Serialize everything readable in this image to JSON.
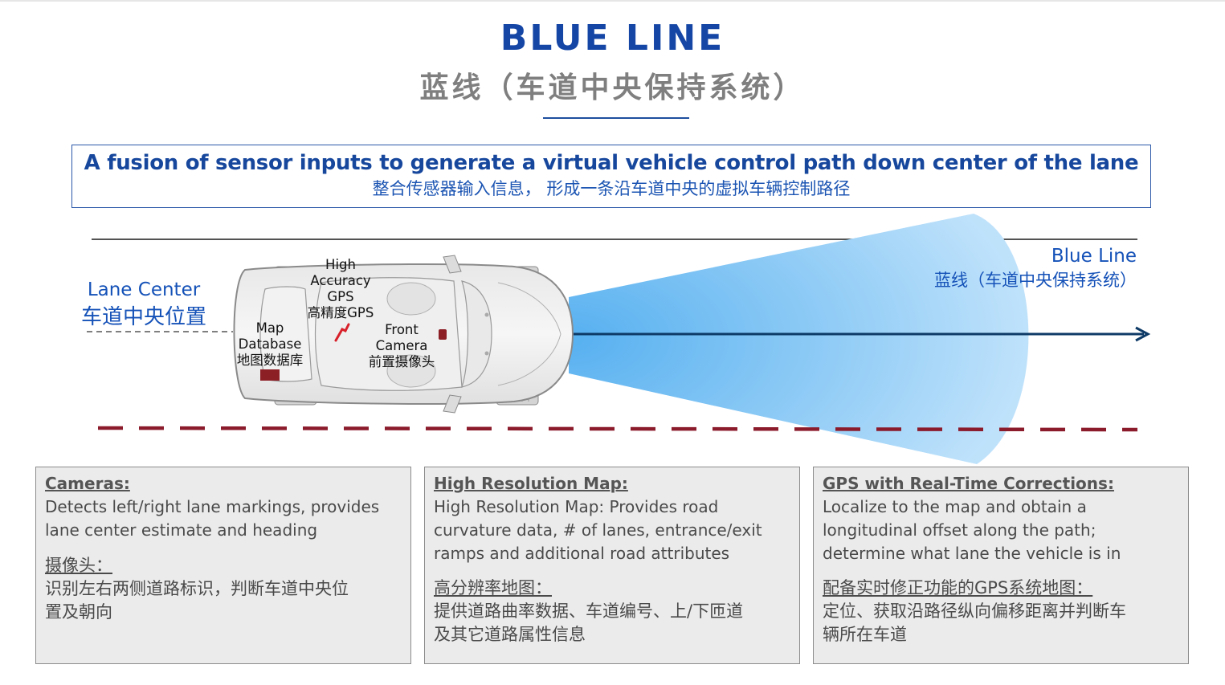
{
  "header": {
    "title": "BLUE LINE",
    "subtitle": "蓝线（车道中央保持系统）"
  },
  "banner": {
    "en": "A fusion of sensor inputs to generate a virtual vehicle control path down center of the lane",
    "cn": "整合传感器输入信息， 形成一条沿车道中央的虚拟车辆控制路径"
  },
  "diagram": {
    "lane_center_en": "Lane Center",
    "lane_center_cn": "车道中央位置",
    "blue_line_en": "Blue Line",
    "blue_line_cn": "蓝线（车道中央保持系统）",
    "gps_label": [
      "High",
      "Accuracy",
      "GPS",
      "高精度GPS"
    ],
    "map_label": [
      "Map",
      "Database",
      "地图数据库"
    ],
    "camera_label": [
      "Front",
      "Camera",
      "前置摄像头"
    ]
  },
  "colors": {
    "title_blue": "#1546a6",
    "subtitle_gray": "#7f7f7f",
    "beam_light_blue": "#b5dcf8",
    "path_arrow_navy": "#0d3a66",
    "lane_marking_red": "#8b1a2b",
    "sensor_dark_red": "#8c1f26"
  },
  "icons": {
    "car": "car-top-view-icon",
    "gps": "gps-antenna-icon",
    "map": "map-database-chip-icon",
    "camera": "front-camera-icon"
  },
  "boxes": [
    {
      "heading": "Cameras:",
      "body_en": [
        "Detects left/right lane markings, provides",
        "lane center estimate and heading"
      ],
      "heading_cn": "摄像头：",
      "body_cn": [
        "识别左右两侧道路标识，判断车道中央位",
        "置及朝向"
      ]
    },
    {
      "heading": "High Resolution Map:",
      "body_en": [
        "High Resolution Map: Provides road",
        "curvature data, # of lanes, entrance/exit",
        "ramps and additional road attributes"
      ],
      "heading_cn": "高分辨率地图：",
      "body_cn": [
        "提供道路曲率数据、车道编号、上/下匝道",
        "及其它道路属性信息"
      ]
    },
    {
      "heading": "GPS with Real-Time Corrections:",
      "body_en": [
        "Localize to the map and obtain a",
        "longitudinal offset along the path;",
        "determine what lane the vehicle is in"
      ],
      "heading_cn": "配备实时修正功能的GPS系统地图：",
      "body_cn": [
        "定位、获取沿路径纵向偏移距离并判断车",
        "辆所在车道"
      ]
    }
  ]
}
